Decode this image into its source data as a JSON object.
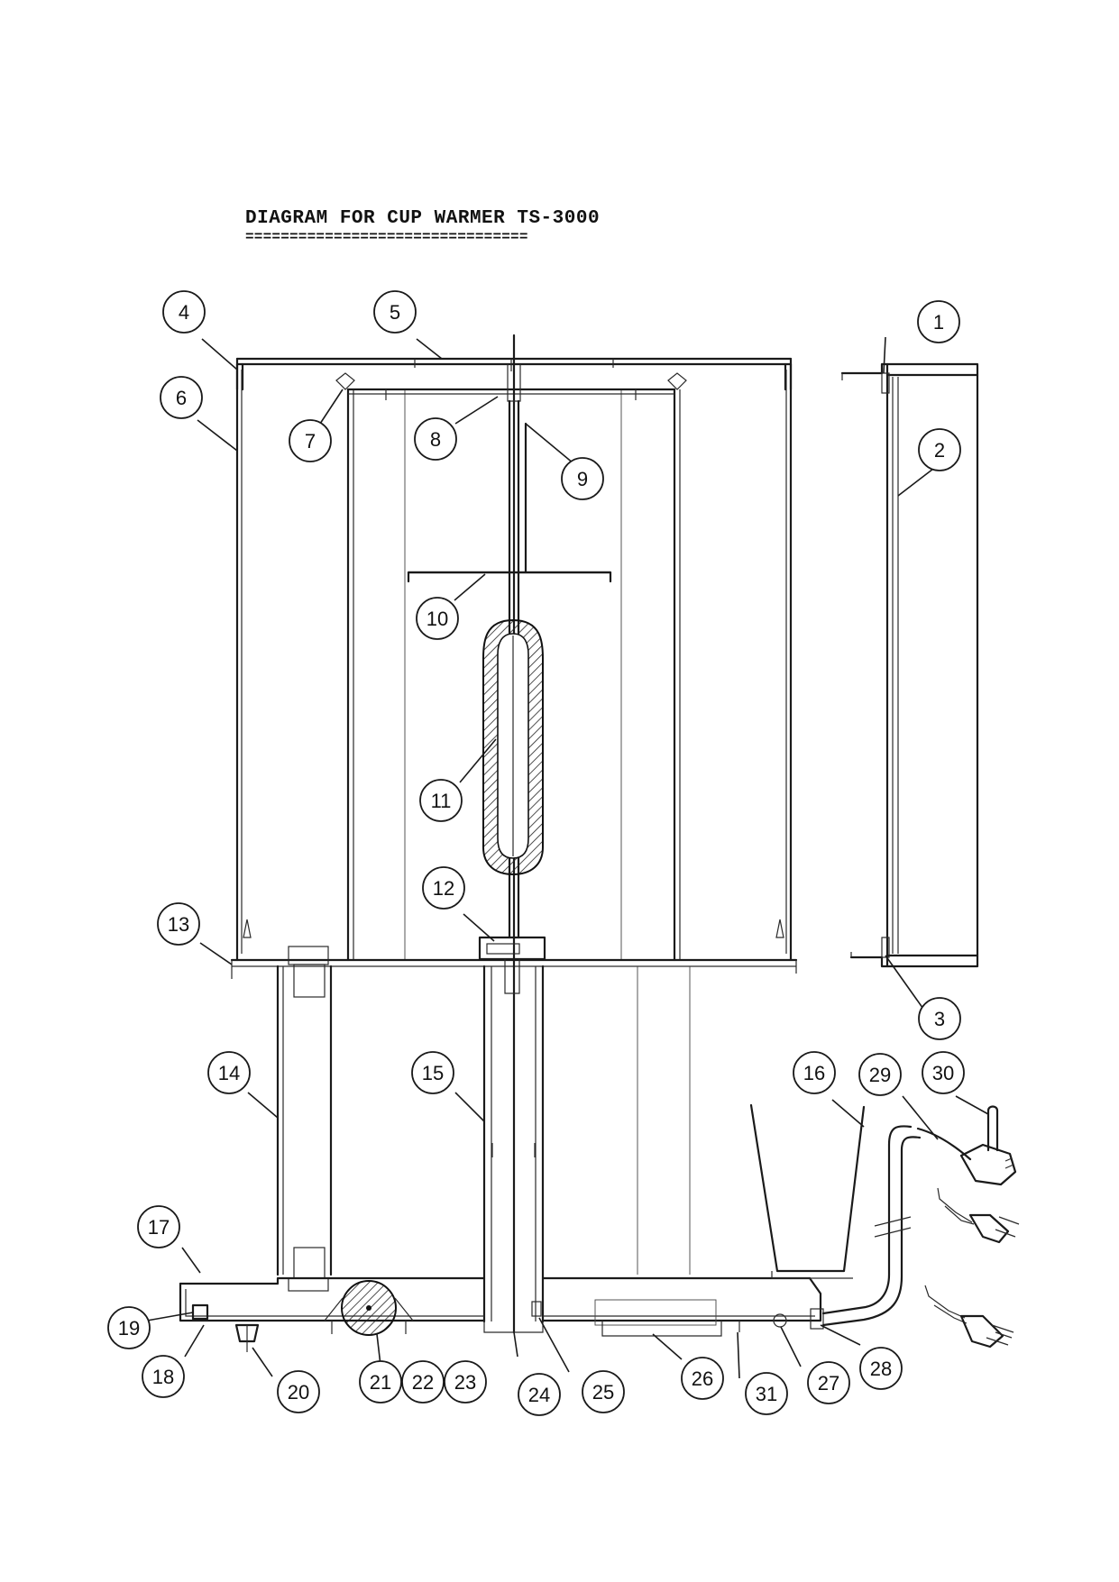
{
  "title": "DIAGRAM FOR CUP WARMER TS-3000",
  "title_rule": "================================",
  "callouts": [
    "1",
    "2",
    "3",
    "4",
    "5",
    "6",
    "7",
    "8",
    "9",
    "10",
    "11",
    "12",
    "13",
    "14",
    "15",
    "16",
    "17",
    "18",
    "19",
    "20",
    "21",
    "22",
    "23",
    "24",
    "25",
    "26",
    "27",
    "28",
    "29",
    "30",
    "31"
  ]
}
